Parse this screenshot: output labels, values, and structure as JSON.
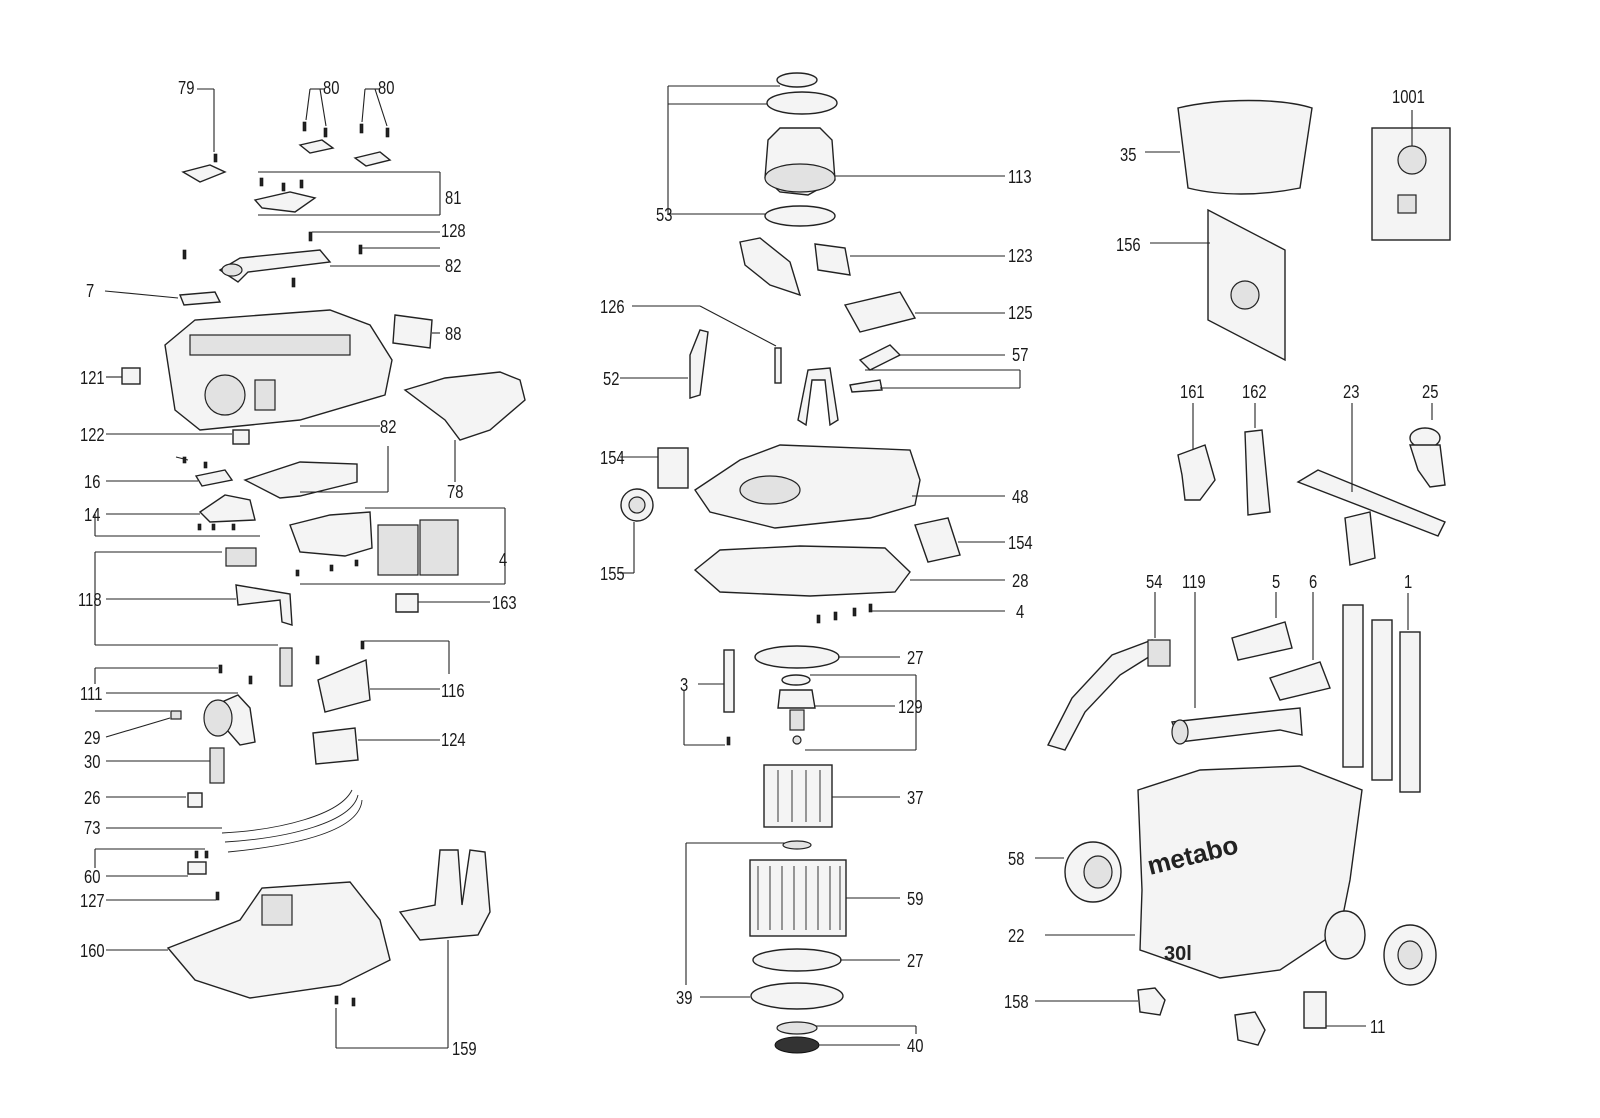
{
  "labels": {
    "l79": "79",
    "l80a": "80",
    "l80b": "80",
    "l81": "81",
    "l128": "128",
    "l82a": "82",
    "l7": "7",
    "l88": "88",
    "l121": "121",
    "l82b": "82",
    "l122": "122",
    "l78": "78",
    "l16": "16",
    "l14": "14",
    "l4a": "4",
    "l118": "118",
    "l163": "163",
    "l111": "111",
    "l116": "116",
    "l29": "29",
    "l124": "124",
    "l30": "30",
    "l26": "26",
    "l73": "73",
    "l60": "60",
    "l127": "127",
    "l160": "160",
    "l159": "159",
    "l53": "53",
    "l113": "113",
    "l123": "123",
    "l126": "126",
    "l125": "125",
    "l52": "52",
    "l57": "57",
    "l154a": "154",
    "l48": "48",
    "l155": "155",
    "l154b": "154",
    "l28": "28",
    "l4b": "4",
    "l27a": "27",
    "l3": "3",
    "l129": "129",
    "l37": "37",
    "l39": "39",
    "l59": "59",
    "l27b": "27",
    "l40": "40",
    "l35": "35",
    "l1001": "1001",
    "l156": "156",
    "l161": "161",
    "l162": "162",
    "l23": "23",
    "l25": "25",
    "l54": "54",
    "l119": "119",
    "l5": "5",
    "l6": "6",
    "l1": "1",
    "l58": "58",
    "l22": "22",
    "l158": "158",
    "l11": "11"
  },
  "markings": {
    "brand": "metabo",
    "capacity": "30l"
  }
}
